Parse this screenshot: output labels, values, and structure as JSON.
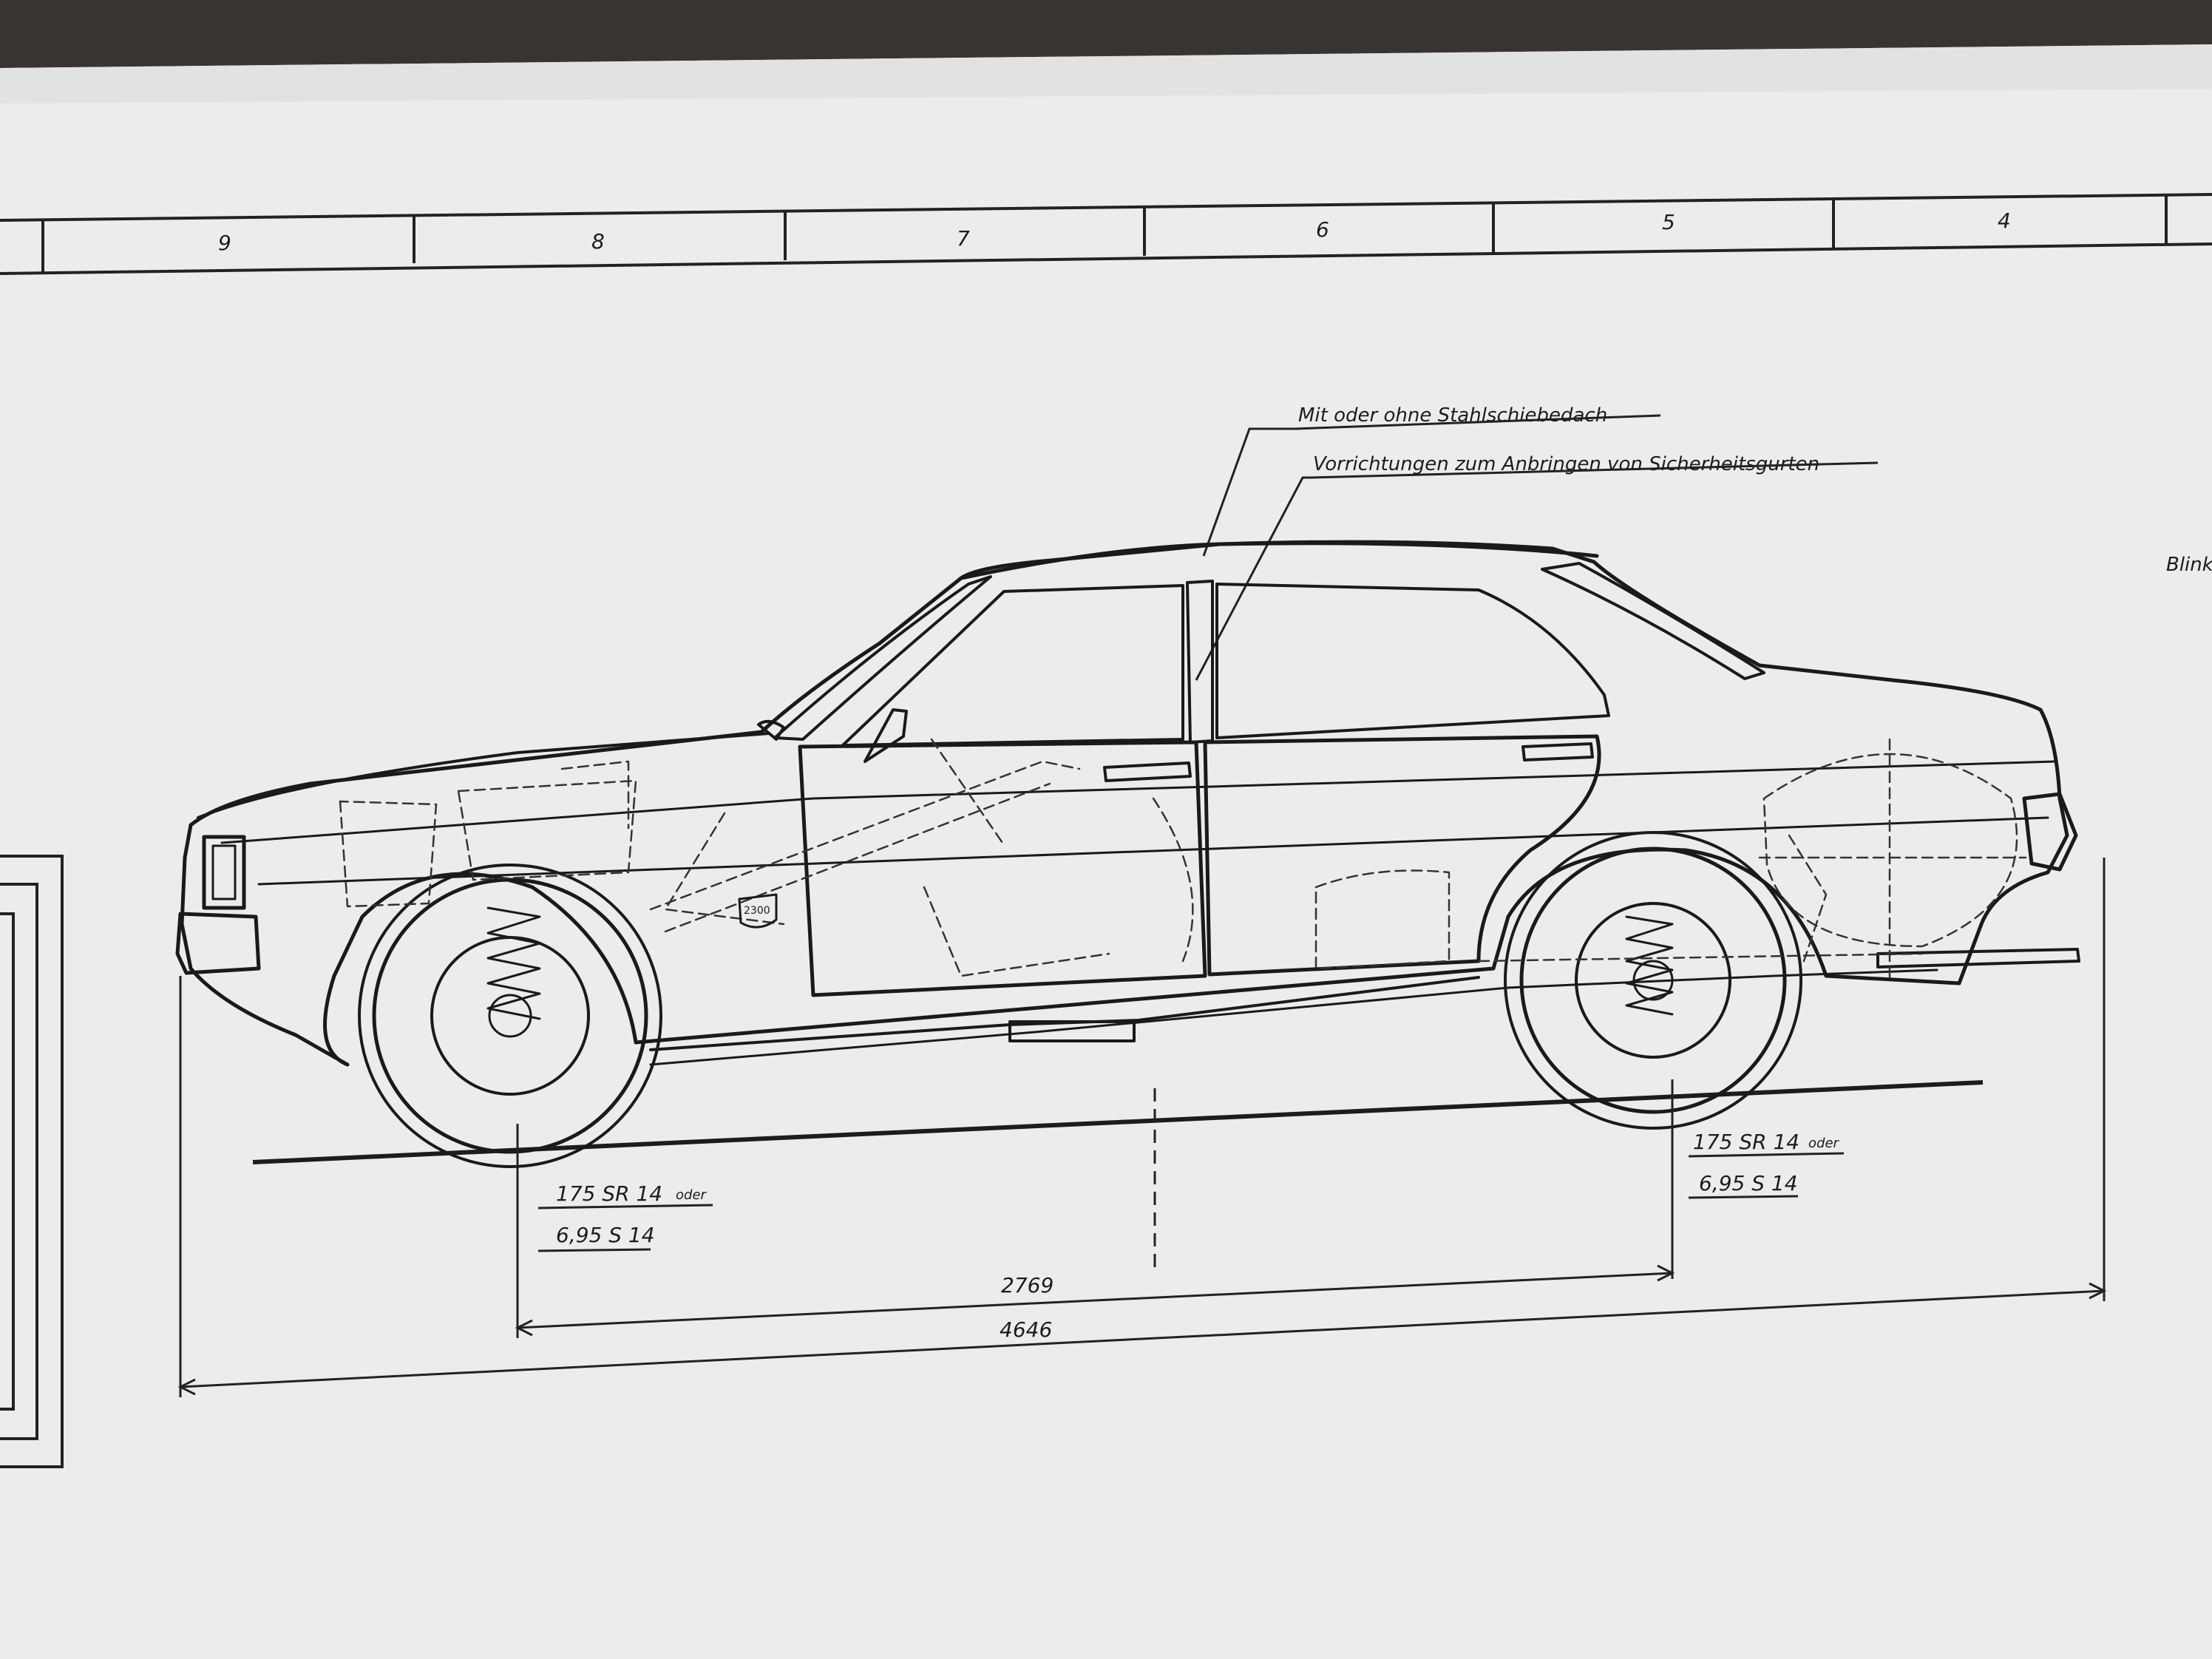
{
  "drawing": {
    "zone_numbers": [
      "9",
      "8",
      "7",
      "6",
      "5",
      "4"
    ],
    "callouts": {
      "sunroof": "Mit oder ohne Stahlschiebedach",
      "seatbelts": "Vorrichtungen zum Anbringen von Sicherheitsgurten",
      "edge_label": "Blink"
    },
    "emblem": "2300",
    "front_tire": {
      "size_1": "175 SR 14",
      "or_word": "oder",
      "size_2": "6,95 S 14"
    },
    "rear_tire": {
      "size_1": "175 SR 14",
      "or_word": "oder",
      "size_2": "6,95 S 14"
    },
    "dimensions": {
      "wheelbase": "2769",
      "overall_length": "4646"
    }
  }
}
